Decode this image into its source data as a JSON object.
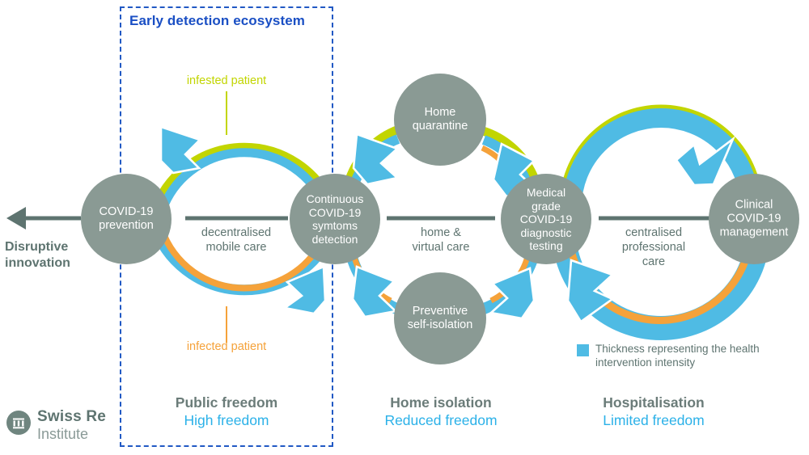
{
  "diagram": {
    "box_title": "Early detection ecosystem",
    "disruptive_label": "Disruptive\ninnovation"
  },
  "nodes": [
    {
      "id": "covid-prevention",
      "label": "COVID-19\nprevention"
    },
    {
      "id": "symptoms-detection",
      "label": "Continuous\nCOVID-19\nsymtoms\ndetection"
    },
    {
      "id": "home-quarantine",
      "label": "Home\nquarantine"
    },
    {
      "id": "preventive-self-isolation",
      "label": "Preventive\nself-isolation"
    },
    {
      "id": "diagnostic-testing",
      "label": "Medical\ngrade\nCOVID-19\ndiagnostic\ntesting"
    },
    {
      "id": "clinical-management",
      "label": "Clinical\nCOVID-19\nmanagement"
    }
  ],
  "connectors": [
    {
      "id": "decentralised-mobile-care",
      "label": "decentralised\nmobile care"
    },
    {
      "id": "home-virtual-care",
      "label": "home &\nvirtual care"
    },
    {
      "id": "centralised-professional-care",
      "label": "centralised\nprofessional\ncare"
    }
  ],
  "arc_notes": [
    {
      "id": "infested-patient",
      "label": "infested patient",
      "color": "#c2d500"
    },
    {
      "id": "infected-patient",
      "label": "infected patient",
      "color": "#f5a23a"
    }
  ],
  "legend": {
    "text": "Thickness representing the health\nintervention intensity",
    "swatch_color": "#4fbbe4"
  },
  "sections": [
    {
      "id": "public-freedom",
      "title": "Public freedom",
      "subtitle": "High freedom"
    },
    {
      "id": "home-isolation",
      "title": "Home isolation",
      "subtitle": "Reduced freedom"
    },
    {
      "id": "hospitalisation",
      "title": "Hospitalisation",
      "subtitle": "Limited freedom"
    }
  ],
  "logo": {
    "name": "Swiss Re",
    "sub": "Institute",
    "mark": "pillar-building-icon"
  },
  "palette": {
    "grey_circle": "#8a9a94",
    "blue": "#4fbbe4",
    "green": "#c2d500",
    "orange": "#f5a23a",
    "dark_text": "#5e7470",
    "dash_blue": "#2159c4"
  }
}
